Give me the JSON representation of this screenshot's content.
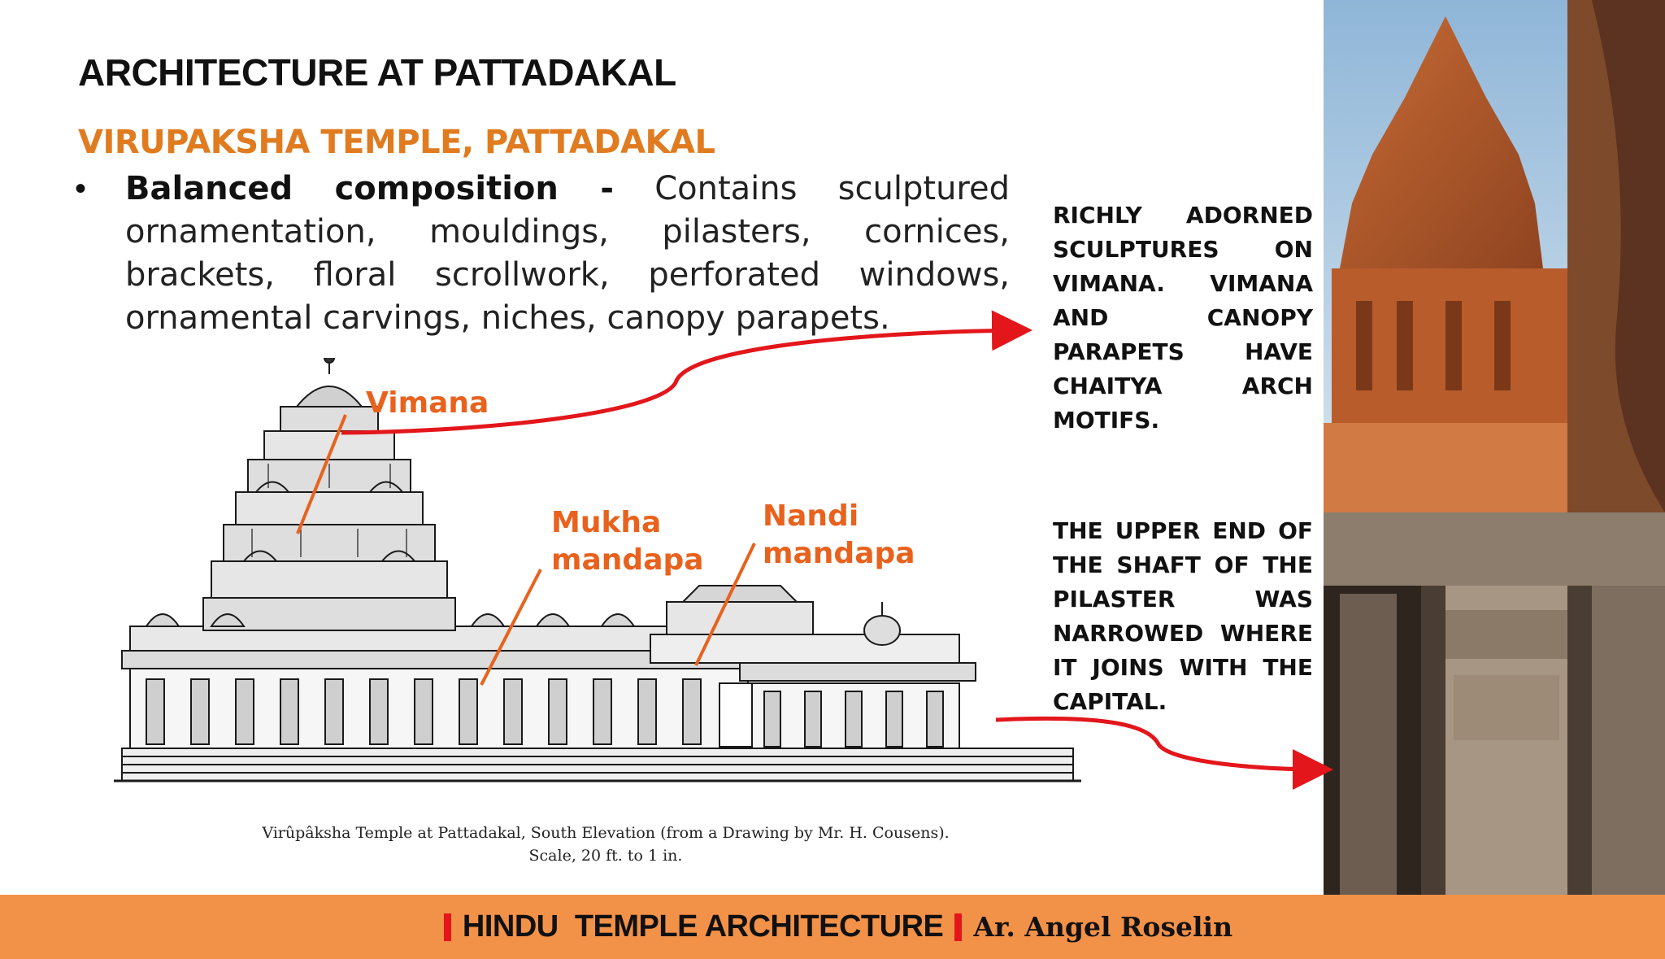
{
  "slide": {
    "title": "ARCHITECTURE AT PATTADAKAL",
    "subtitle": "VIRUPAKSHA TEMPLE, PATTADAKAL",
    "bullet": {
      "marker": "•",
      "lead": "Balanced composition -",
      "text": "Contains sculptured ornamentation, mouldings, pilasters, cornices, brackets, floral scrollwork, perforated windows, ornamental carvings, niches, canopy parapets."
    },
    "notes": [
      "RICHLY ADORNED SCULPTURES ON VIMANA. VIMANA AND CANOPY PARAPETS HAVE CHAITYA ARCH MOTIFS.",
      "THE UPPER END OF THE SHAFT OF THE PILASTER WAS NARROWED WHERE IT JOINS WITH THE CAPITAL."
    ],
    "labels": {
      "vimana": "Vimana",
      "mukha_line1": "Mukha",
      "mukha_line2": "mandapa",
      "nandi_line1": "Nandi",
      "nandi_line2": "mandapa"
    },
    "caption": {
      "line1": "Virûpâksha Temple at Pattadakal, South Elevation (from a Drawing by Mr. H. Cousens).",
      "line2": "Scale, 20 ft. to 1 in."
    },
    "footer": {
      "main": "HINDU  TEMPLE ARCHITECTURE",
      "author": "Ar. Angel Roselin"
    }
  },
  "colors": {
    "accent_orange": "#e07b20",
    "label_orange": "#e8621e",
    "arrow_red": "#e3161b",
    "footer_bg": "#f29148"
  }
}
